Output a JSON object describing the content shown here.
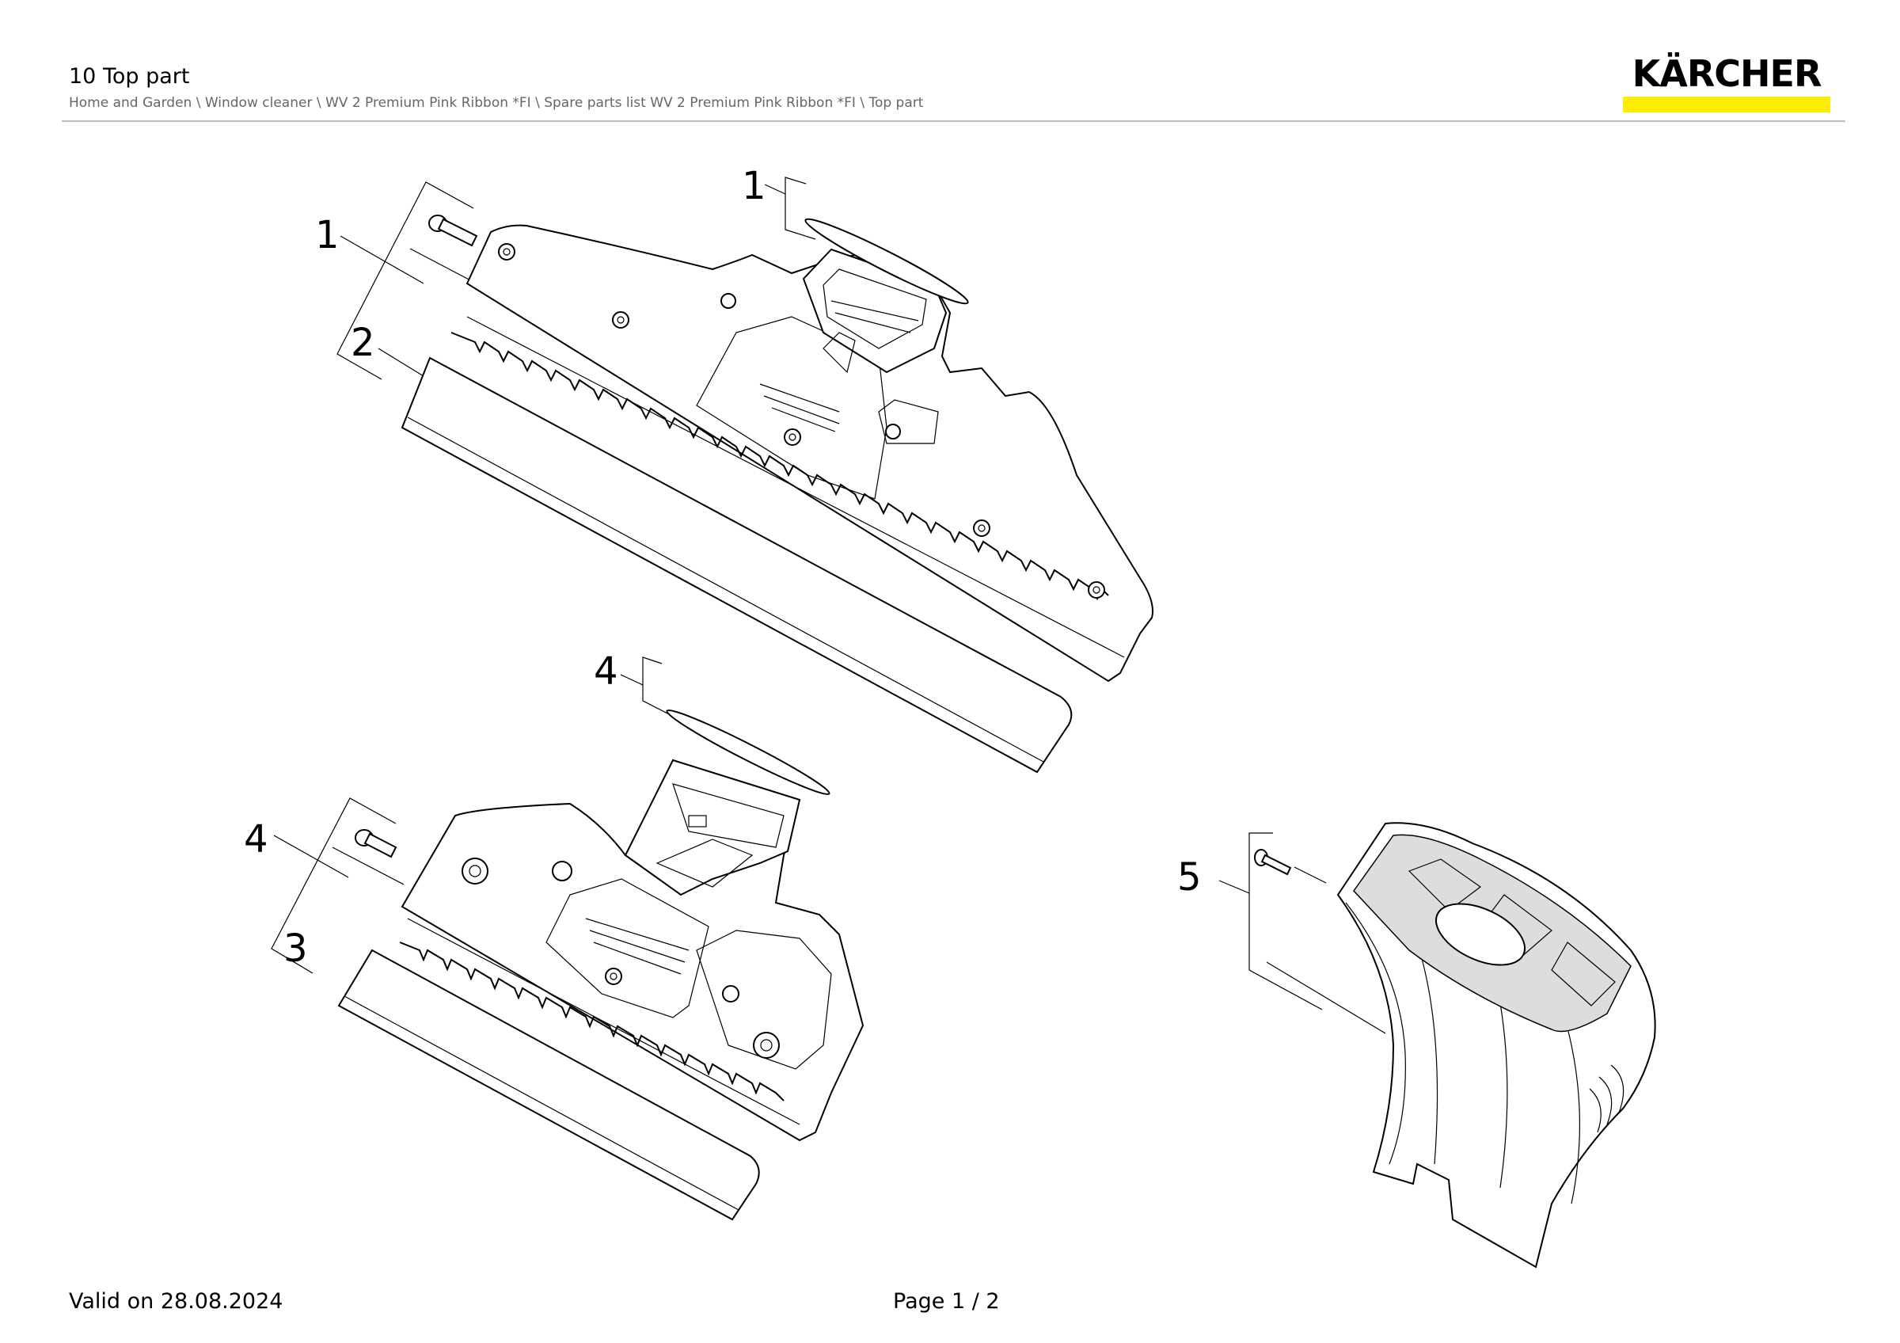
{
  "header": {
    "title": "10 Top part",
    "breadcrumb": "Home and Garden \\ Window cleaner \\ WV 2 Premium Pink Ribbon *FI \\ Spare parts list WV 2 Premium Pink Ribbon *FI \\ Top part",
    "logo_text": "KÄRCHER",
    "logo_bar_color": "#ffed00"
  },
  "drawing": {
    "callouts": {
      "a1": "1",
      "a1b": "1",
      "a2": "2",
      "b4": "4",
      "b4b": "4",
      "b3": "3",
      "c5": "5"
    }
  },
  "footer": {
    "valid": "Valid on 28.08.2024",
    "page": "Page 1 / 2"
  }
}
